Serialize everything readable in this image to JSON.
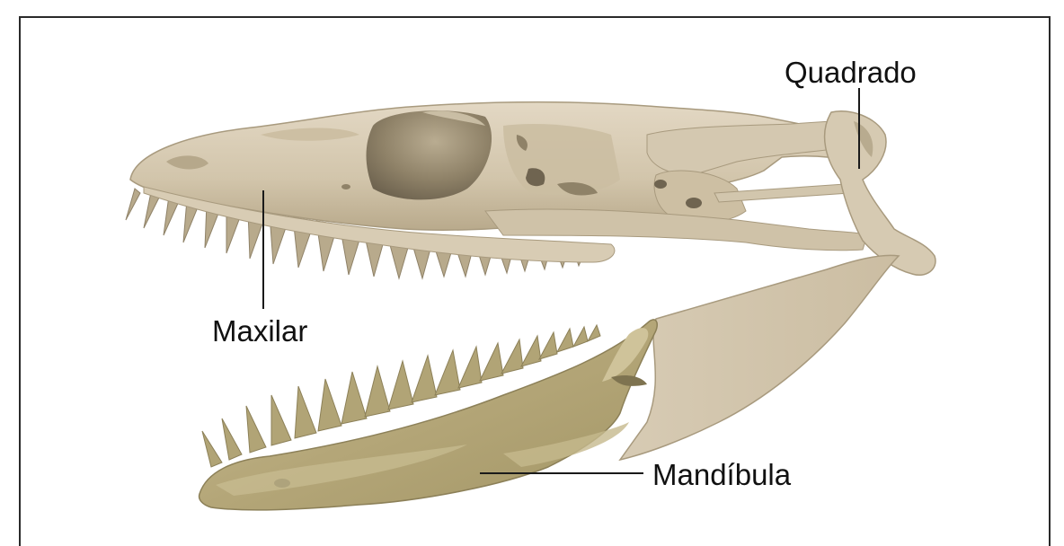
{
  "labels": {
    "quadrado": "Quadrado",
    "maxilar": "Maxilar",
    "mandibula": "Mandíbula"
  },
  "colors": {
    "bone_light": "#d9ccb6",
    "bone_mid": "#c2b393",
    "bone_dark": "#8f8268",
    "mandible_olive": "#b7aa7c",
    "frame": "#2a2a2a",
    "leader_line": "#1a1a1a"
  }
}
